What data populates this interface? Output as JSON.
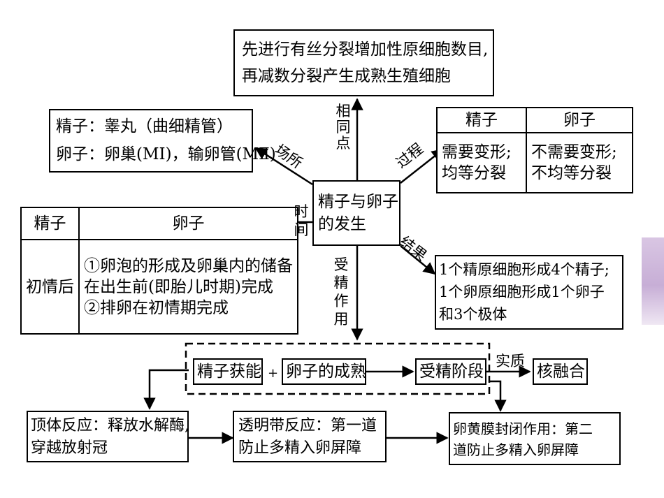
{
  "center": {
    "line1": "精子与卵子",
    "line2": "的发生"
  },
  "common": {
    "label": "相同点",
    "line1": "先进行有丝分裂增加性原细胞数目,",
    "line2": "再减数分裂产生成熟生殖细胞"
  },
  "place": {
    "label": "场所",
    "line1": "精子：睾丸（曲细精管）",
    "line2": "卵子：卵巢(MⅠ)，输卵管(MⅡ)"
  },
  "process": {
    "label": "过程",
    "head_sperm": "精子",
    "head_egg": "卵子",
    "sperm_line1": "需要变形;",
    "sperm_line2": "均等分裂",
    "egg_line1": "不需要变形;",
    "egg_line2": "不均等分裂"
  },
  "time": {
    "label": "时间",
    "head_sperm": "精子",
    "head_egg": "卵子",
    "sperm_value": "初情后",
    "egg_line1": "①卵泡的形成及卵巢内的储备",
    "egg_line2": "在出生前(即胎儿时期)完成",
    "egg_line3": "②排卵在初情期完成"
  },
  "result": {
    "label": "结果",
    "line1": "1个精原细胞形成4个精子;",
    "line2": "1个卵原细胞形成1个卵子",
    "line3": "和3个极体"
  },
  "fertilization": {
    "label": "受精作用",
    "capacitation": "精子获能",
    "plus": "+",
    "egg_maturation": "卵子的成熟",
    "stage": "受精阶段",
    "essence_label": "实质",
    "nuclear_fusion": "核融合",
    "acrosome_line1": "顶体反应：释放水解酶,",
    "acrosome_line2": "穿越放射冠",
    "zona_line1": "透明带反应：第一道",
    "zona_line2": "防止多精入卵屏障",
    "vitelline_line1": "卵黄膜封闭作用：第二",
    "vitelline_line2": "道防止多精入卵屏障"
  }
}
